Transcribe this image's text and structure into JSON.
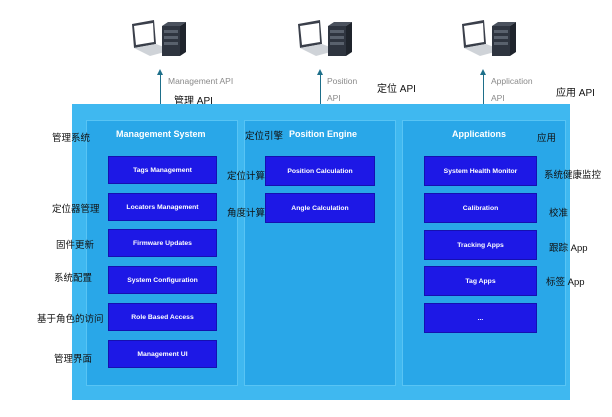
{
  "apis": [
    {
      "en": "Management API",
      "cn": "管理 API"
    },
    {
      "en_line1": "Position",
      "en_line2": "API",
      "cn": "定位 API"
    },
    {
      "en_line1": "Application",
      "en_line2": "API",
      "cn": "应用 API"
    }
  ],
  "management": {
    "title": "Management System",
    "title_cn": "管理系统",
    "items": [
      {
        "label": "Tags Management",
        "cn": ""
      },
      {
        "label": "Locators Management",
        "cn": "定位器管理"
      },
      {
        "label": "Firmware Updates",
        "cn": "固件更新"
      },
      {
        "label": "System Configuration",
        "cn": "系统配置"
      },
      {
        "label": "Role Based Access",
        "cn": "基于角色的访问"
      },
      {
        "label": "Management UI",
        "cn": "管理界面"
      }
    ]
  },
  "position": {
    "title": "Position Engine",
    "title_cn": "定位引擎",
    "items": [
      {
        "label": "Position Calculation",
        "cn": "定位计算"
      },
      {
        "label": "Angle Calculation",
        "cn": "角度计算"
      }
    ]
  },
  "applications": {
    "title": "Applications",
    "title_cn": "应用",
    "items": [
      {
        "label": "System Health Monitor",
        "cn": "系统健康监控"
      },
      {
        "label": "Calibration",
        "cn": "校准"
      },
      {
        "label": "Tracking Apps",
        "cn": "跟踪 App"
      },
      {
        "label": "Tag Apps",
        "cn": "标签 App"
      },
      {
        "label": "...",
        "cn": ""
      }
    ]
  },
  "colors": {
    "outer": "#3fb8f0",
    "column": "#29a7e8",
    "button": "#1d18e6"
  }
}
